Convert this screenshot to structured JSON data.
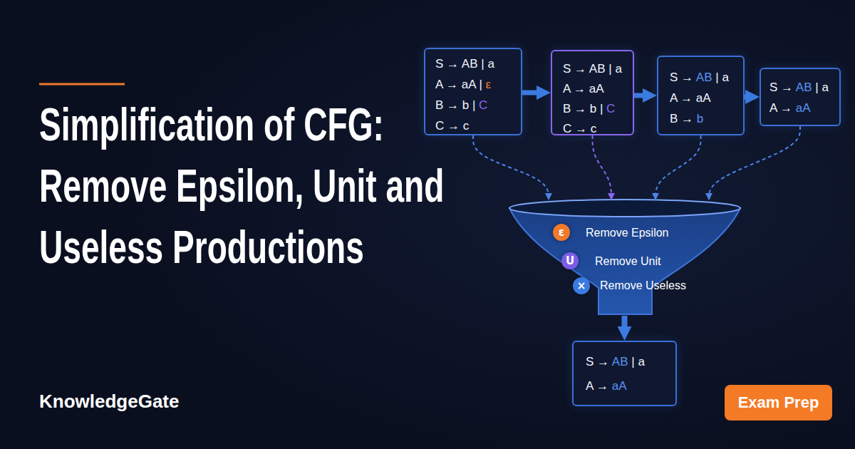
{
  "diagram": {
    "title": "Simplification of CFG: Remove Epsilon, Unit and Useless Productions",
    "nodes": [
      {
        "text": [
          "S → AB | a",
          "A → aA | ε",
          "B → b | C",
          "C → c"
        ]
      },
      {
        "text": [
          "S → AB | a",
          "A → aA",
          "B → b | C",
          "C → c"
        ]
      },
      {
        "text": [
          "S → AB | a",
          "A → aA",
          "B → b"
        ]
      },
      {
        "text": [
          "S → AB | a",
          "A → aA"
        ]
      },
      {
        "text": [
          "Remove Epsilon",
          "Remove Unit",
          "Remove Useless"
        ]
      },
      {
        "text": [
          "ε"
        ],
        "in": 4
      },
      {
        "text": [
          "U"
        ],
        "in": 4
      },
      {
        "text": [
          "×"
        ],
        "in": 4
      },
      {
        "text": [
          "S → AB | a",
          "A → aA"
        ]
      },
      {
        "text": [
          "Exam Prep"
        ]
      }
    ],
    "edges": [
      {
        "from": 0,
        "to": 1,
        "arrow": "to"
      },
      {
        "from": 1,
        "to": 2,
        "arrow": "to"
      },
      {
        "from": 2,
        "to": 3,
        "arrow": "to"
      },
      {
        "from": 0,
        "to": 4,
        "arrow": "to"
      },
      {
        "from": 1,
        "to": 4,
        "arrow": "to"
      },
      {
        "from": 2,
        "to": 4,
        "arrow": "to"
      },
      {
        "from": 3,
        "to": 4,
        "arrow": "to"
      },
      {
        "from": 4,
        "to": 8,
        "arrow": "to"
      }
    ],
    "labels": [
      "KnowledgeGate"
    ]
  }
}
